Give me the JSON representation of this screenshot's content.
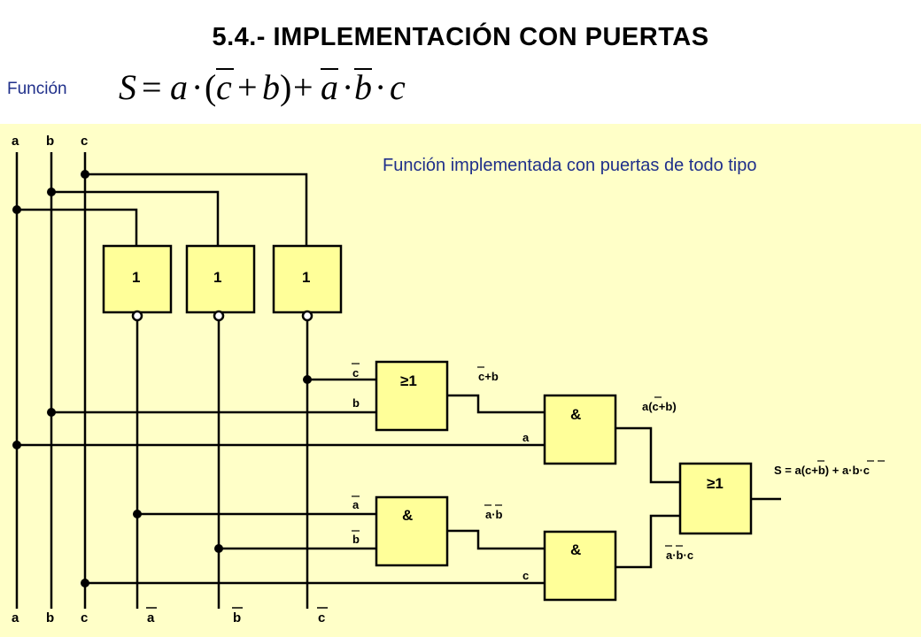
{
  "title": "5.4.- IMPLEMENTACIÓN CON PUERTAS",
  "function_label": "Función",
  "formula": {
    "lhs": "S",
    "eq": "=",
    "t1a": "a",
    "dot1": "·",
    "lp": "(",
    "c_bar": "c",
    "plus1": "+",
    "b": "b",
    "rp": ")",
    "plus2": "+",
    "a_bar": "a",
    "dot2": "·",
    "b_bar": "b",
    "dot3": "·",
    "c": "c"
  },
  "subtitle": "Función implementada con puertas de todo tipo",
  "inputs": {
    "top": [
      "a",
      "b",
      "c"
    ],
    "bottom": [
      "a",
      "b",
      "c",
      "a",
      "b",
      "c"
    ]
  },
  "gates": {
    "not_symbol": "1",
    "or_symbol": "≥1",
    "and_symbol": "&"
  },
  "signal_labels": {
    "or1_in_top": "c",
    "or1_in_bottom": "b",
    "and1_in_bottom": "a",
    "and2_in_top": "a",
    "and2_in_bottom": "b",
    "and4_in_bottom": "c",
    "or1_out": "c+b",
    "and1_out": "a(c+b)",
    "and2_out": "a·b",
    "and4_out": "a·b·c",
    "output": "S = a(c+b) + a·b·c"
  },
  "colors": {
    "panel_bg": "#ffffc8",
    "gate_fill": "#ffff99",
    "wire": "#000000",
    "label_blue": "#1f2f8a"
  }
}
